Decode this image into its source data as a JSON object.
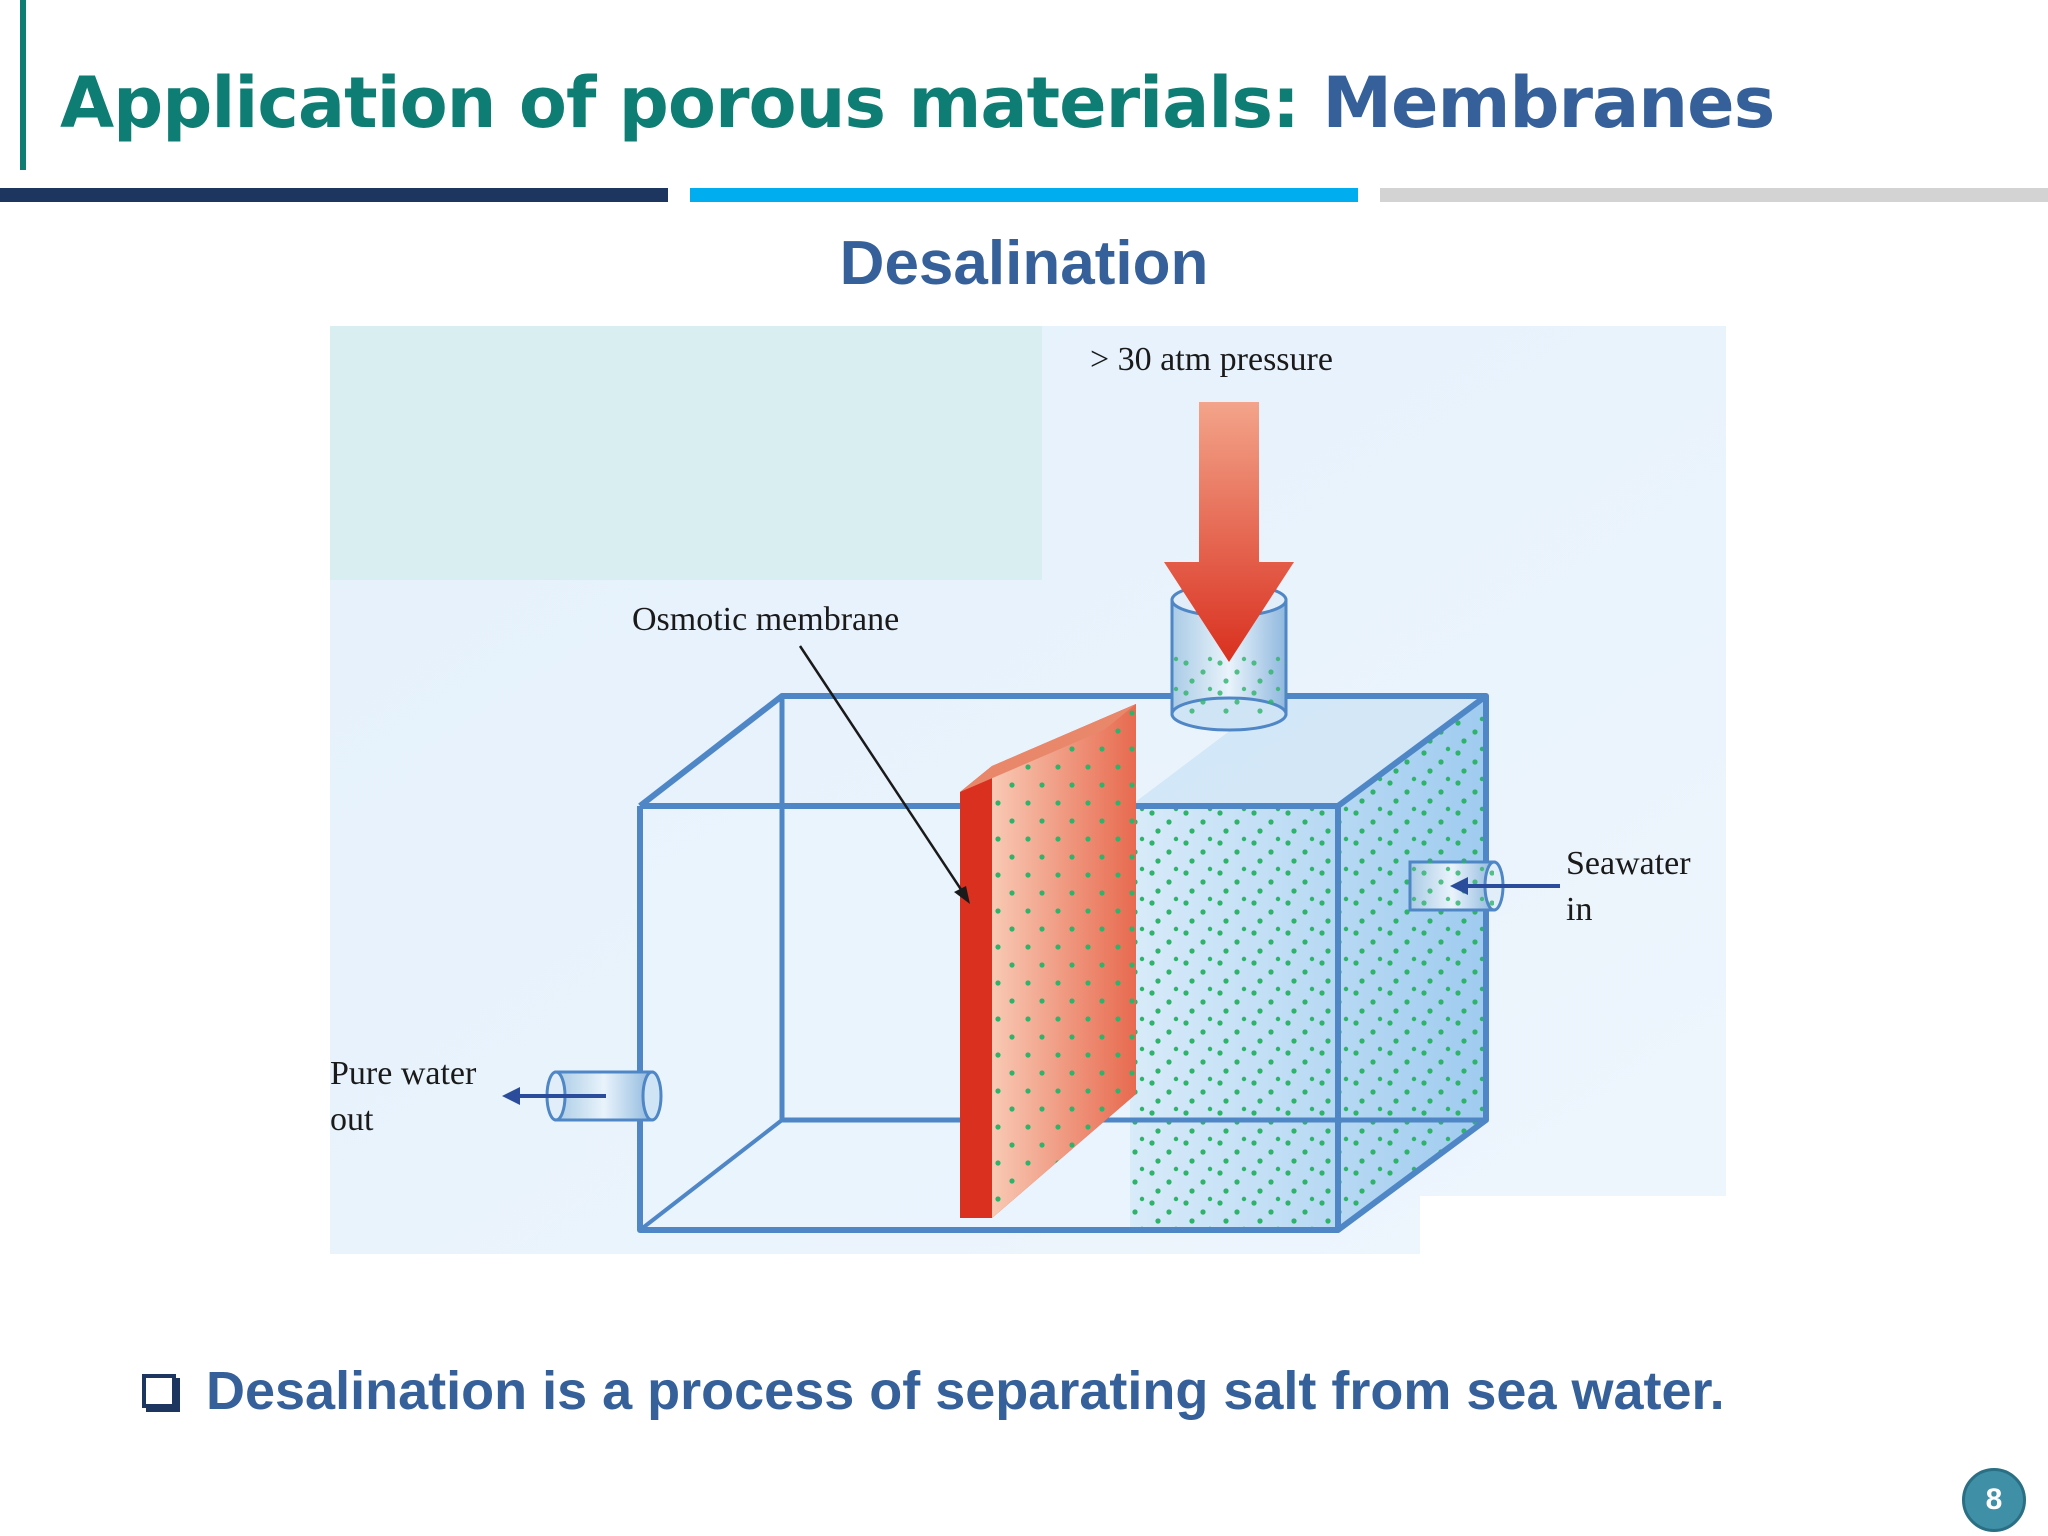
{
  "slide": {
    "title_main": "Application of porous materials:",
    "title_accent": "Membranes",
    "subtitle": "Desalination",
    "bullet": "Desalination is a process of separating salt from sea water.",
    "page_number": "8"
  },
  "figure": {
    "label_pressure": "> 30 atm pressure",
    "label_membrane": "Osmotic membrane",
    "label_seawater_line1": "Seawater",
    "label_seawater_line2": "in",
    "label_pure_line1": "Pure water",
    "label_pure_line2": "out"
  },
  "colors": {
    "title_teal": "#0e7d74",
    "title_blue": "#35609a",
    "rule_navy": "#1c3660",
    "rule_cyan": "#00aeef",
    "rule_grey": "#d3d3d3",
    "membrane_red": "#e0553f",
    "salt_green": "#2fb36a"
  }
}
